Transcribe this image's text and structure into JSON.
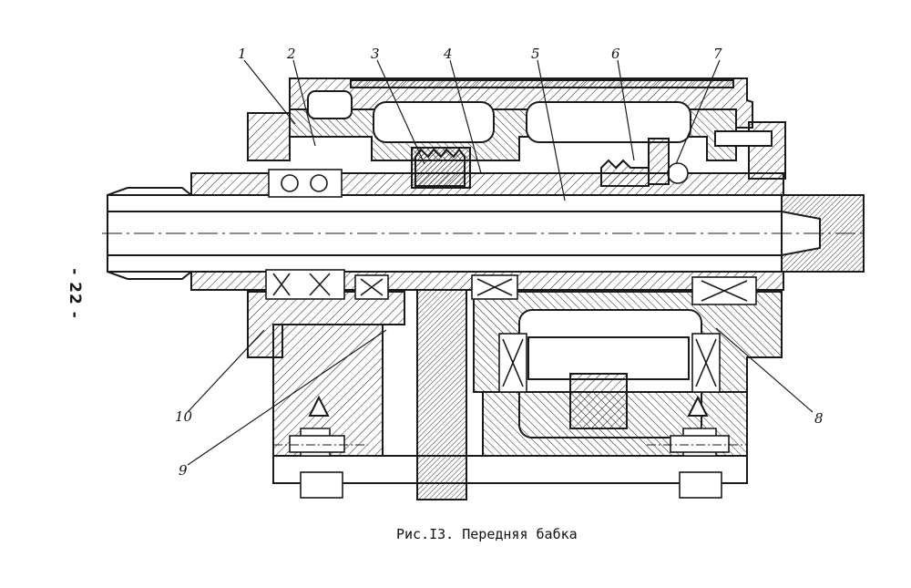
{
  "page_number": "- 22 -",
  "caption": "Рис.I3. Передняя бабка",
  "callouts": [
    "1",
    "2",
    "3",
    "4",
    "5",
    "6",
    "7",
    "8",
    "9",
    "10"
  ],
  "colors": {
    "ink": "#1a1a1a",
    "paper": "#ffffff"
  }
}
